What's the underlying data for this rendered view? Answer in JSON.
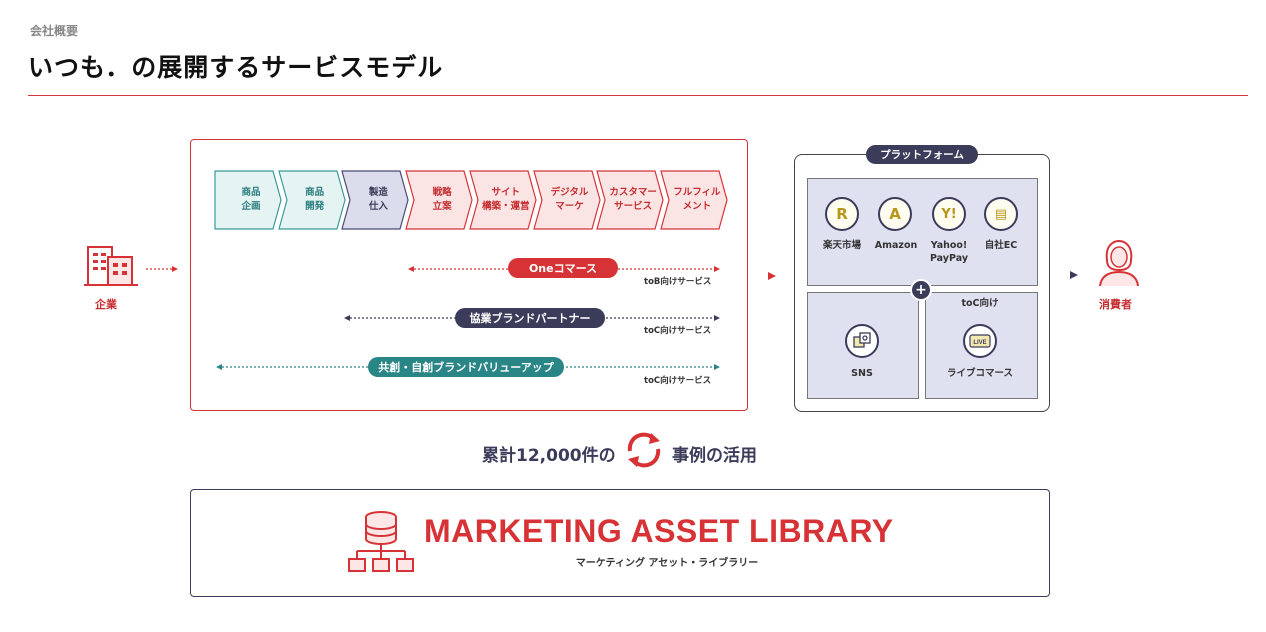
{
  "header": {
    "section": "会社概要",
    "title": "いつも．の展開するサービスモデル"
  },
  "left": {
    "company_label": "企業"
  },
  "process_steps": [
    {
      "label": "商品\n企画",
      "fill": "#e6f3f3",
      "stroke": "#3a9a9a",
      "text": "#2c7f80"
    },
    {
      "label": "商品\n開発",
      "fill": "#e6f3f3",
      "stroke": "#3a9a9a",
      "text": "#2c7f80"
    },
    {
      "label": "製造\n仕入",
      "fill": "#dcddec",
      "stroke": "#4a4a74",
      "text": "#3b3b5a"
    },
    {
      "label": "戦略\n立案",
      "fill": "#fbe4e4",
      "stroke": "#d73336",
      "text": "#c62d30"
    },
    {
      "label": "サイト\n構築・運営",
      "fill": "#fbe4e4",
      "stroke": "#d73336",
      "text": "#c62d30"
    },
    {
      "label": "デジタル\nマーケ",
      "fill": "#fbe4e4",
      "stroke": "#d73336",
      "text": "#c62d30"
    },
    {
      "label": "カスタマー\nサービス",
      "fill": "#fbe4e4",
      "stroke": "#d73336",
      "text": "#c62d30"
    },
    {
      "label": "フルフィル\nメント",
      "fill": "#fbe4e4",
      "stroke": "#d73336",
      "text": "#c62d30"
    }
  ],
  "services": [
    {
      "label": "Oneコマース",
      "note": "toB向けサービス",
      "color": "#d73336"
    },
    {
      "label": "協業ブランドパートナー",
      "note": "toC向けサービス",
      "color": "#3b3b5a"
    },
    {
      "label": "共創・自創ブランドバリューアップ",
      "note": "toC向けサービス",
      "color": "#2a8587"
    }
  ],
  "platform": {
    "title": "プラットフォーム",
    "malls": [
      {
        "icon": "rakuten-icon",
        "glyph": "R",
        "label": "楽天市場"
      },
      {
        "icon": "amazon-icon",
        "glyph": "A",
        "label": "Amazon"
      },
      {
        "icon": "yahoo-icon",
        "glyph": "Y!",
        "label": "Yahoo!\nPayPay"
      },
      {
        "icon": "own-ec-icon",
        "glyph": "▤",
        "label": "自社EC"
      }
    ],
    "toc_label": "toC向け",
    "sns_label": "SNS",
    "live_label": "ライブコマース",
    "live_badge": "LIVE"
  },
  "right": {
    "consumer_label": "消費者"
  },
  "cases": {
    "prefix": "累計12,000件の",
    "suffix": "事例の活用"
  },
  "library": {
    "title": "MARKETING ASSET LIBRARY",
    "subtitle": "マーケティング アセット・ライブラリー"
  },
  "colors": {
    "red": "#d73336",
    "navy": "#3b3b5a",
    "teal": "#2a8587",
    "panel": "#dfe0f0"
  }
}
